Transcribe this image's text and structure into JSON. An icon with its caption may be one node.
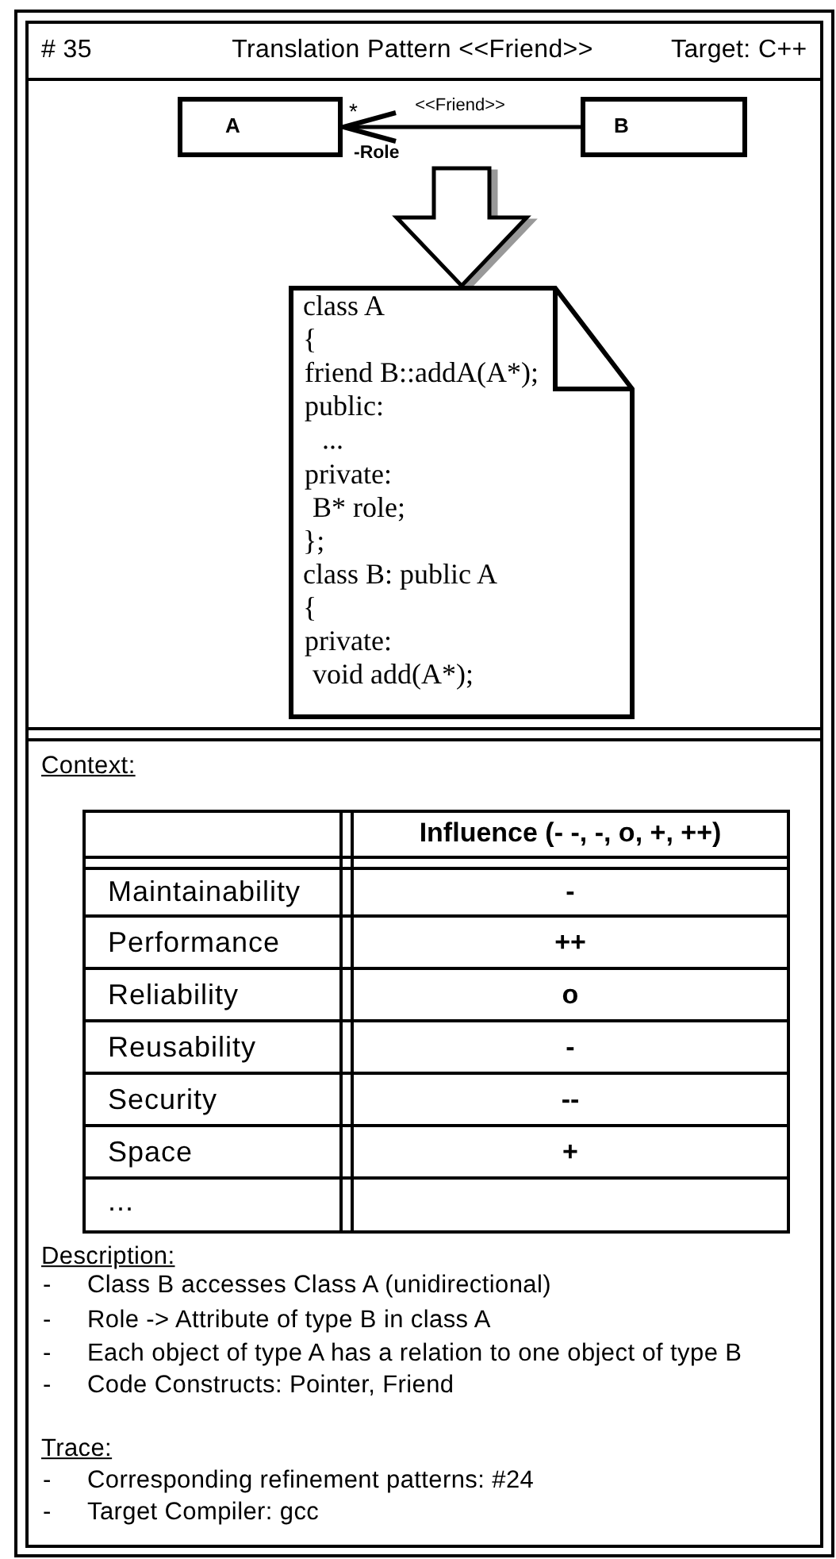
{
  "diagram": {
    "title": "Translation Pattern <<Friend>>",
    "nodes": [
      {
        "text": [
          "A"
        ]
      },
      {
        "text": [
          "B"
        ]
      },
      {
        "text": [
          "class A",
          "{",
          "friend B::addA(A*);",
          "public:",
          "...",
          "private:",
          "B* role;",
          "};",
          "class B: public A",
          "{",
          "private:",
          "void add(A*);"
        ]
      }
    ],
    "edges": [
      {
        "from": 1,
        "to": 0,
        "arrow": "to",
        "label": "<<Friend>>"
      },
      {
        "from": null,
        "to": 2,
        "arrow": "to",
        "style": "thick"
      }
    ],
    "labels": [
      "# 35",
      "Target: C++",
      "*",
      "-Role",
      "Context:",
      "Influence (- -, -, o, +, ++)",
      "Maintainability",
      "-",
      "Performance",
      "++",
      "Reliability",
      "o",
      "Reusability",
      "-",
      "Security",
      "--",
      "Space",
      "+",
      "...",
      "Description:",
      "-",
      "Class B accesses Class A (unidirectional)",
      "-",
      "Role -> Attribute of type B in class A",
      "-",
      "Each object of type A has a relation to one object of type B",
      "-",
      "Code Constructs: Pointer, Friend",
      "Trace:",
      "-",
      "Corresponding refinement patterns: #24",
      "-",
      "Target Compiler: gcc"
    ]
  }
}
